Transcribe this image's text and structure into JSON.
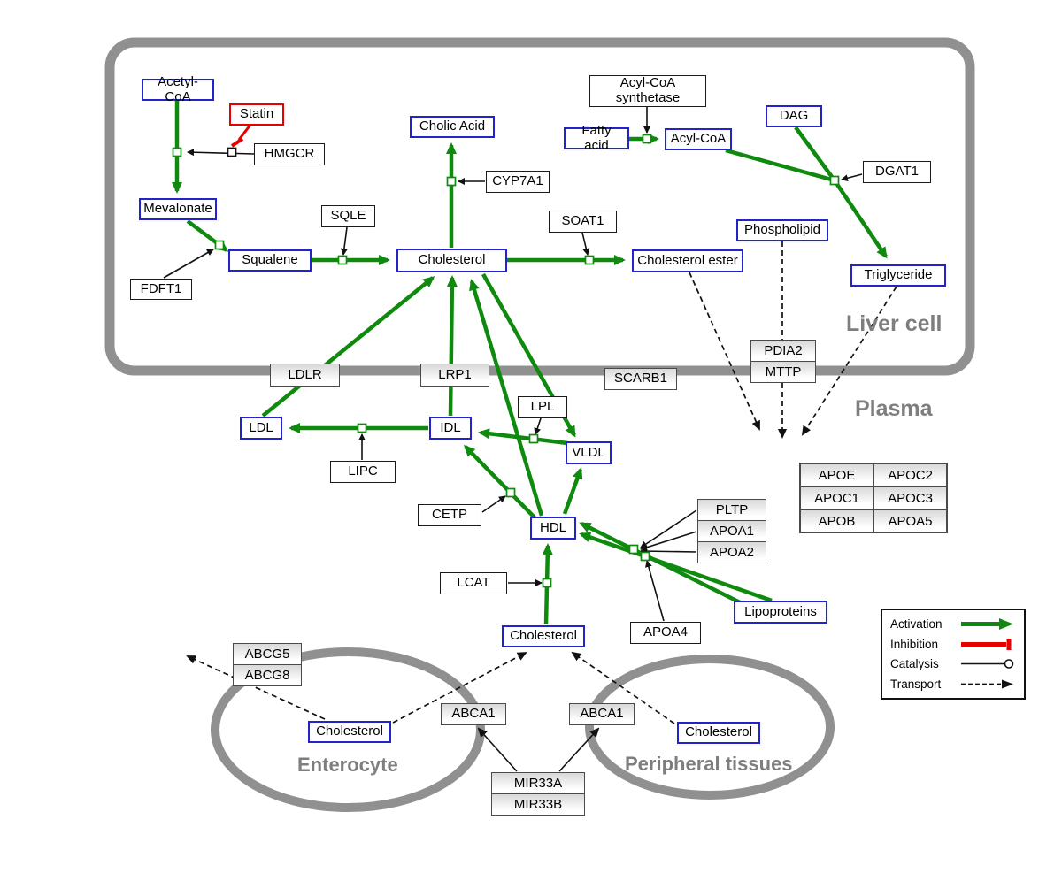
{
  "colors": {
    "activation_green": "#0f8a0f",
    "inhibition_red": "#e60000",
    "metabolite_blue": "#2323cc",
    "membrane_gray": "#909090"
  },
  "regions": {
    "liver": "Liver cell",
    "plasma": "Plasma",
    "enterocyte": "Enterocyte",
    "peripheral": "Peripheral tissues"
  },
  "legend": {
    "activation": "Activation",
    "inhibition": "Inhibition",
    "catalysis": "Catalysis",
    "transport": "Transport"
  },
  "nodes": {
    "acetyl_coa": "Acetyl-CoA",
    "statin": "Statin",
    "hmgcr": "HMGCR",
    "mevalonate": "Mevalonate",
    "fdft1": "FDFT1",
    "squalene": "Squalene",
    "sqle": "SQLE",
    "cholesterol_liver": "Cholesterol",
    "cholic_acid": "Cholic Acid",
    "cyp7a1": "CYP7A1",
    "soat1": "SOAT1",
    "cholesterol_ester": "Cholesterol ester",
    "acyl_coa_synthetase": "Acyl-CoA synthetase",
    "fatty_acid": "Fatty acid",
    "acyl_coa": "Acyl-CoA",
    "dag": "DAG",
    "dgat1": "DGAT1",
    "phospholipid": "Phospholipid",
    "triglyceride": "Triglyceride",
    "ldlr": "LDLR",
    "lrp1": "LRP1",
    "scarb1": "SCARB1",
    "pdia2": "PDIA2",
    "mttp": "MTTP",
    "ldl": "LDL",
    "idl": "IDL",
    "lipc": "LIPC",
    "lpl": "LPL",
    "vldl": "VLDL",
    "cetp": "CETP",
    "hdl": "HDL",
    "pltp": "PLTP",
    "apoa1": "APOA1",
    "apoa2": "APOA2",
    "lcat": "LCAT",
    "apoa4": "APOA4",
    "lipoproteins": "Lipoproteins",
    "cholesterol_plasma": "Cholesterol",
    "abcg5": "ABCG5",
    "abcg8": "ABCG8",
    "cholesterol_enterocyte": "Cholesterol",
    "abca1_left": "ABCA1",
    "abca1_right": "ABCA1",
    "mir33a": "MIR33A",
    "mir33b": "MIR33B",
    "cholesterol_peripheral": "Cholesterol"
  },
  "apo_table": [
    [
      "APOE",
      "APOC2"
    ],
    [
      "APOC1",
      "APOC3"
    ],
    [
      "APOB",
      "APOA5"
    ]
  ]
}
